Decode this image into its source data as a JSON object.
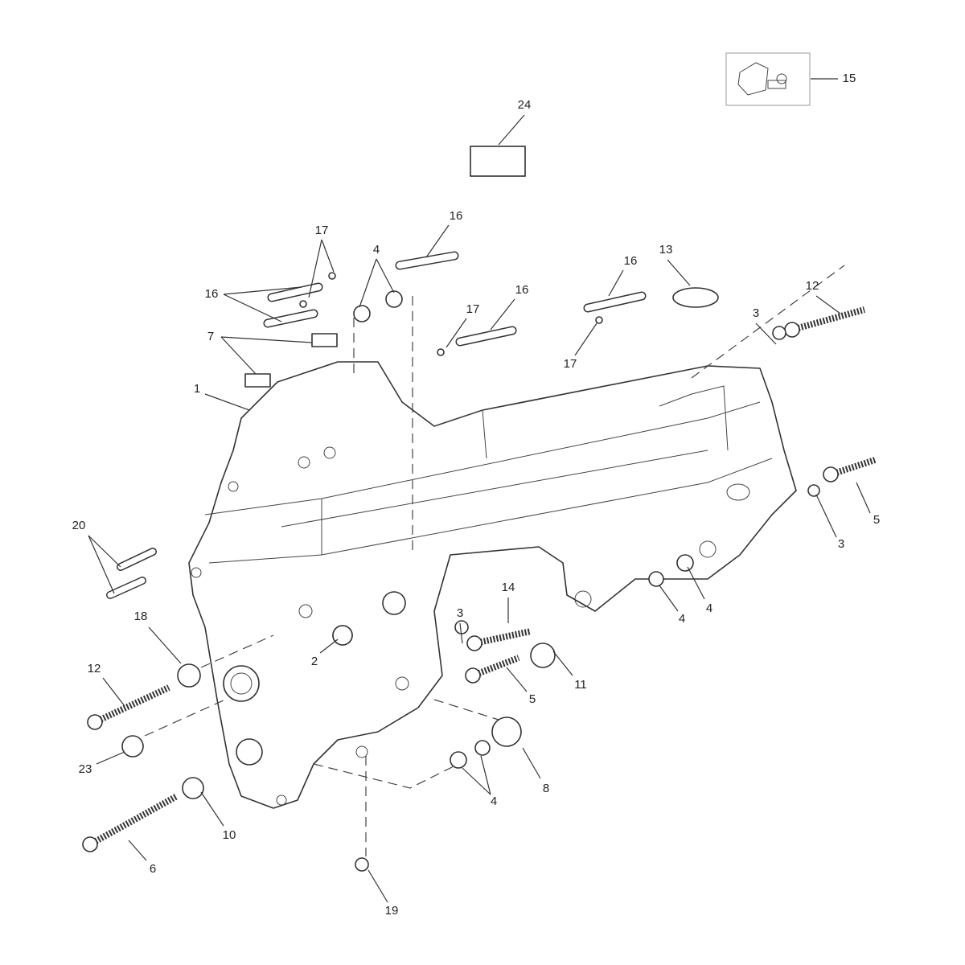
{
  "diagram": {
    "type": "exploded parts diagram",
    "callouts": [
      "24",
      "15",
      "17",
      "16",
      "4",
      "13",
      "16",
      "12",
      "16",
      "17",
      "16",
      "3",
      "7",
      "17",
      "1",
      "5",
      "3",
      "20",
      "4",
      "4",
      "14",
      "3",
      "18",
      "2",
      "12",
      "11",
      "5",
      "23",
      "8",
      "4",
      "10",
      "6",
      "19"
    ]
  }
}
